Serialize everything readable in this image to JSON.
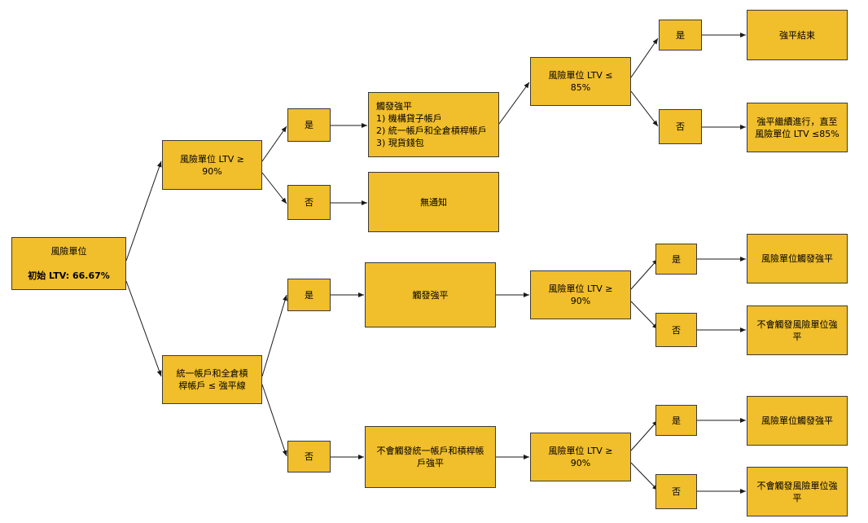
{
  "nodes": {
    "root": {
      "line1": "風險單位",
      "line2": "初始 LTV: 66.67%"
    },
    "q_ltv90_top": "風險單位 LTV ≥\n90%",
    "q_unified": "統一帳戶和全倉槓\n桿帳戶 ≤ 強平線",
    "yes_top": "是",
    "no_top": "否",
    "trigger_list": "觸發強平\n1) 機構貸子帳戶\n2) 統一帳戶和全倉槓桿帳戶\n3) 現貨錢包",
    "no_notice": "無通知",
    "q_ltv85": "風險單位 LTV ≤\n85%",
    "yes_85": "是",
    "no_85": "否",
    "liq_end": "強平結束",
    "liq_continue": "強平繼續進行，直至\n風險單位 LTV ≤85%",
    "yes_mid": "是",
    "no_mid": "否",
    "trigger_liq": "觸發強平",
    "no_trigger_unified": "不會觸發統一帳戶和槓桿帳\n戶強平",
    "q_ltv90_mid": "風險單位 LTV ≥\n90%",
    "q_ltv90_bot": "風險單位 LTV ≥\n90%",
    "yes_m2": "是",
    "no_m2": "否",
    "yes_b2": "是",
    "no_b2": "否",
    "risk_trigger_1": "風險單位觸發強平",
    "no_risk_trigger_1": "不會觸發風險單位強\n平",
    "risk_trigger_2": "風險單位觸發強平",
    "no_risk_trigger_2": "不會觸發風險單位強\n平"
  },
  "colors": {
    "node_fill": "#f1be2c",
    "border": "#3a3a3a",
    "edge": "#1a1a1a"
  }
}
